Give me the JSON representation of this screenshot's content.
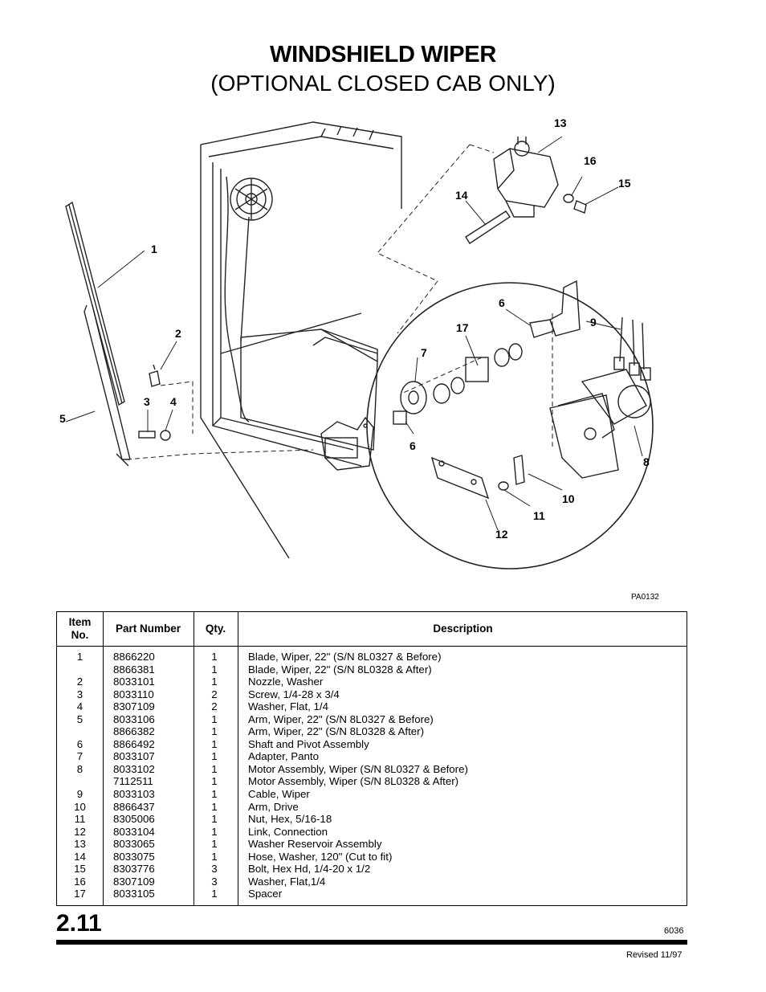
{
  "title": {
    "line1": "WINDSHIELD WIPER",
    "line2": "(OPTIONAL CLOSED CAB ONLY)"
  },
  "figure": {
    "code": "PA0132",
    "callouts": [
      "1",
      "2",
      "3",
      "4",
      "5",
      "6",
      "6",
      "7",
      "8",
      "9",
      "10",
      "11",
      "12",
      "13",
      "14",
      "15",
      "16",
      "17"
    ]
  },
  "table": {
    "headers": {
      "item": "Item No.",
      "part": "Part Number",
      "qty": "Qty.",
      "desc": "Description"
    },
    "rows": [
      {
        "item": "1",
        "part": "8866220",
        "qty": "1",
        "desc": "Blade, Wiper, 22\" (S/N 8L0327 & Before)"
      },
      {
        "item": "",
        "part": "8866381",
        "qty": "1",
        "desc": "Blade, Wiper, 22\" (S/N 8L0328 & After)"
      },
      {
        "item": "2",
        "part": "8033101",
        "qty": "1",
        "desc": "Nozzle, Washer"
      },
      {
        "item": "3",
        "part": "8033110",
        "qty": "2",
        "desc": "Screw, 1/4-28 x 3/4"
      },
      {
        "item": "4",
        "part": "8307109",
        "qty": "2",
        "desc": "Washer, Flat, 1/4"
      },
      {
        "item": "5",
        "part": "8033106",
        "qty": "1",
        "desc": "Arm, Wiper, 22\" (S/N 8L0327 & Before)"
      },
      {
        "item": "",
        "part": "8866382",
        "qty": "1",
        "desc": "Arm, Wiper, 22\" (S/N 8L0328 & After)"
      },
      {
        "item": "6",
        "part": "8866492",
        "qty": "1",
        "desc": "Shaft and Pivot Assembly"
      },
      {
        "item": "7",
        "part": "8033107",
        "qty": "1",
        "desc": "Adapter, Panto"
      },
      {
        "item": "8",
        "part": "8033102",
        "qty": "1",
        "desc": "Motor Assembly, Wiper (S/N 8L0327 & Before)"
      },
      {
        "item": "",
        "part": "7112511",
        "qty": "1",
        "desc": "Motor Assembly, Wiper (S/N 8L0328 & After)"
      },
      {
        "item": "9",
        "part": "8033103",
        "qty": "1",
        "desc": "Cable, Wiper"
      },
      {
        "item": "10",
        "part": "8866437",
        "qty": "1",
        "desc": "Arm, Drive"
      },
      {
        "item": "11",
        "part": "8305006",
        "qty": "1",
        "desc": "Nut, Hex, 5/16-18"
      },
      {
        "item": "12",
        "part": "8033104",
        "qty": "1",
        "desc": "Link, Connection"
      },
      {
        "item": "13",
        "part": "8033065",
        "qty": "1",
        "desc": "Washer Reservoir Assembly"
      },
      {
        "item": "14",
        "part": "8033075",
        "qty": "1",
        "desc": "Hose, Washer, 120\" (Cut to fit)"
      },
      {
        "item": "15",
        "part": "8303776",
        "qty": "3",
        "desc": "Bolt, Hex Hd, 1/4-20 x 1/2"
      },
      {
        "item": "16",
        "part": "8307109",
        "qty": "3",
        "desc": "Washer, Flat,1/4"
      },
      {
        "item": "17",
        "part": "8033105",
        "qty": "1",
        "desc": "Spacer"
      }
    ]
  },
  "footer": {
    "page_number": "2.11",
    "code": "6036",
    "revised": "Revised 11/97"
  }
}
